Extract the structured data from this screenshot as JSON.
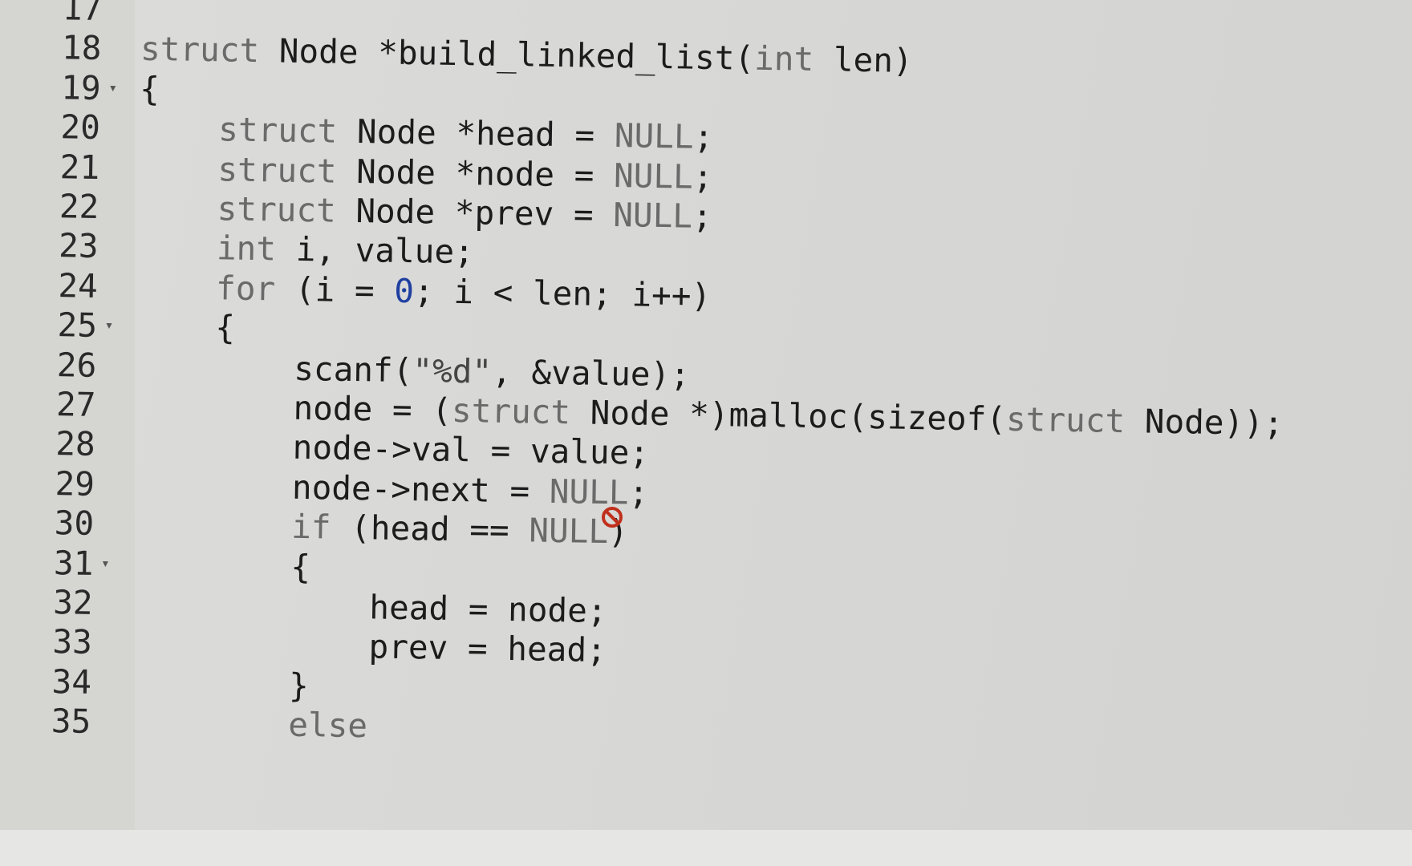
{
  "editor": {
    "lines": [
      {
        "no": "17",
        "fold": "",
        "indent": "",
        "tokens": []
      },
      {
        "no": "18",
        "fold": "",
        "indent": "",
        "tokens": [
          {
            "t": "struct",
            "c": "kw"
          },
          {
            "t": " Node *build_linked_list(",
            "c": ""
          },
          {
            "t": "int",
            "c": "kw"
          },
          {
            "t": " len)",
            "c": ""
          }
        ]
      },
      {
        "no": "19",
        "fold": "▾",
        "indent": "",
        "tokens": [
          {
            "t": "{",
            "c": ""
          }
        ]
      },
      {
        "no": "20",
        "fold": "",
        "indent": "    ",
        "tokens": [
          {
            "t": "struct",
            "c": "kw"
          },
          {
            "t": " Node *head = ",
            "c": ""
          },
          {
            "t": "NULL",
            "c": "kw"
          },
          {
            "t": ";",
            "c": ""
          }
        ]
      },
      {
        "no": "21",
        "fold": "",
        "indent": "    ",
        "tokens": [
          {
            "t": "struct",
            "c": "kw"
          },
          {
            "t": " Node *node = ",
            "c": ""
          },
          {
            "t": "NULL",
            "c": "kw"
          },
          {
            "t": ";",
            "c": ""
          }
        ]
      },
      {
        "no": "22",
        "fold": "",
        "indent": "    ",
        "tokens": [
          {
            "t": "struct",
            "c": "kw"
          },
          {
            "t": " Node *prev = ",
            "c": ""
          },
          {
            "t": "NULL",
            "c": "kw"
          },
          {
            "t": ";",
            "c": ""
          }
        ]
      },
      {
        "no": "23",
        "fold": "",
        "indent": "    ",
        "tokens": [
          {
            "t": "int",
            "c": "kw"
          },
          {
            "t": " i, value;",
            "c": ""
          }
        ]
      },
      {
        "no": "24",
        "fold": "",
        "indent": "    ",
        "tokens": [
          {
            "t": "for",
            "c": "kw"
          },
          {
            "t": " (i = ",
            "c": ""
          },
          {
            "t": "0",
            "c": "num"
          },
          {
            "t": "; i < len; i++)",
            "c": ""
          }
        ]
      },
      {
        "no": "25",
        "fold": "▾",
        "indent": "    ",
        "tokens": [
          {
            "t": "{",
            "c": ""
          }
        ]
      },
      {
        "no": "26",
        "fold": "",
        "indent": "        ",
        "tokens": [
          {
            "t": "scanf(",
            "c": ""
          },
          {
            "t": "\"%d\"",
            "c": "str"
          },
          {
            "t": ", &value);",
            "c": ""
          }
        ]
      },
      {
        "no": "27",
        "fold": "",
        "indent": "        ",
        "tokens": [
          {
            "t": "node = (",
            "c": ""
          },
          {
            "t": "struct",
            "c": "kw"
          },
          {
            "t": " Node *)malloc(sizeof(",
            "c": ""
          },
          {
            "t": "struct",
            "c": "kw"
          },
          {
            "t": " Node));",
            "c": ""
          }
        ]
      },
      {
        "no": "28",
        "fold": "",
        "indent": "        ",
        "tokens": [
          {
            "t": "node->val = value;",
            "c": ""
          }
        ]
      },
      {
        "no": "29",
        "fold": "",
        "indent": "        ",
        "tokens": [
          {
            "t": "node->next = ",
            "c": ""
          },
          {
            "t": "NULL",
            "c": "kw"
          },
          {
            "t": ";",
            "c": ""
          }
        ]
      },
      {
        "no": "30",
        "fold": "",
        "indent": "        ",
        "tokens": [
          {
            "t": "if",
            "c": "kw"
          },
          {
            "t": " (head == ",
            "c": ""
          },
          {
            "t": "NULL",
            "c": "kw"
          },
          {
            "t": ")",
            "c": ""
          }
        ]
      },
      {
        "no": "31",
        "fold": "▾",
        "indent": "        ",
        "tokens": [
          {
            "t": "{",
            "c": ""
          }
        ]
      },
      {
        "no": "32",
        "fold": "",
        "indent": "            ",
        "tokens": [
          {
            "t": "head = node;",
            "c": ""
          }
        ]
      },
      {
        "no": "33",
        "fold": "",
        "indent": "            ",
        "tokens": [
          {
            "t": "prev = head;",
            "c": ""
          }
        ]
      },
      {
        "no": "34",
        "fold": "",
        "indent": "        ",
        "tokens": [
          {
            "t": "}",
            "c": ""
          }
        ]
      },
      {
        "no": "35",
        "fold": "",
        "indent": "        ",
        "tokens": [
          {
            "t": "else",
            "c": "kw"
          }
        ]
      }
    ]
  },
  "cursor": {
    "icon": "not-allowed-cursor-icon",
    "color": "#c0301c"
  }
}
